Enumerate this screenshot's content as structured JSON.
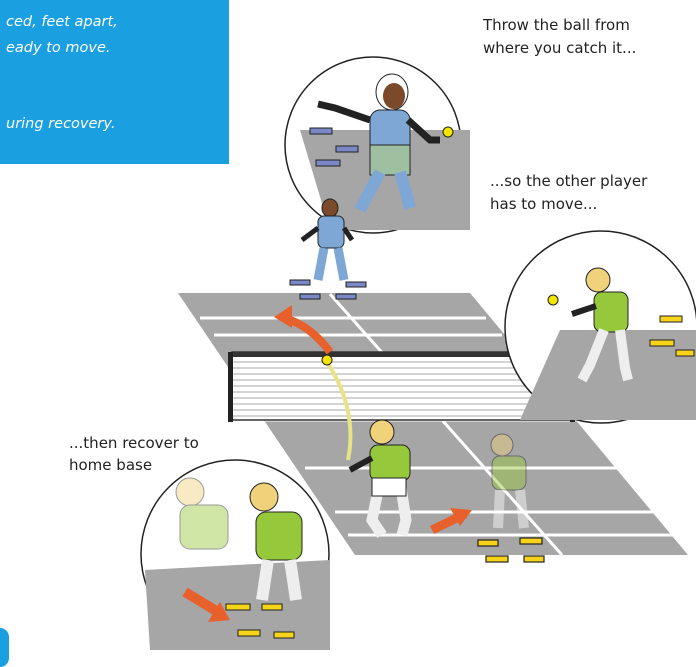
{
  "tip_box": {
    "line1": "ced, feet apart,",
    "line2": "eady to move.",
    "line3": "uring recovery."
  },
  "captions": {
    "throw_line1": "Throw the ball from",
    "throw_line2": "where you catch it...",
    "move_line1": "...so the other player",
    "move_line2": "has to move...",
    "recover_line1": "...then recover to",
    "recover_line2": "home base"
  },
  "colors": {
    "tip_box": "#1aa0e0",
    "court": "#a6a6a6",
    "court_lines": "#ffffff",
    "arrow": "#e8602c",
    "ball": "#f2e600",
    "marker": "#f7d31a",
    "shirt_boy": "#96c83c",
    "shirt_girl": "#7fa7d6"
  }
}
